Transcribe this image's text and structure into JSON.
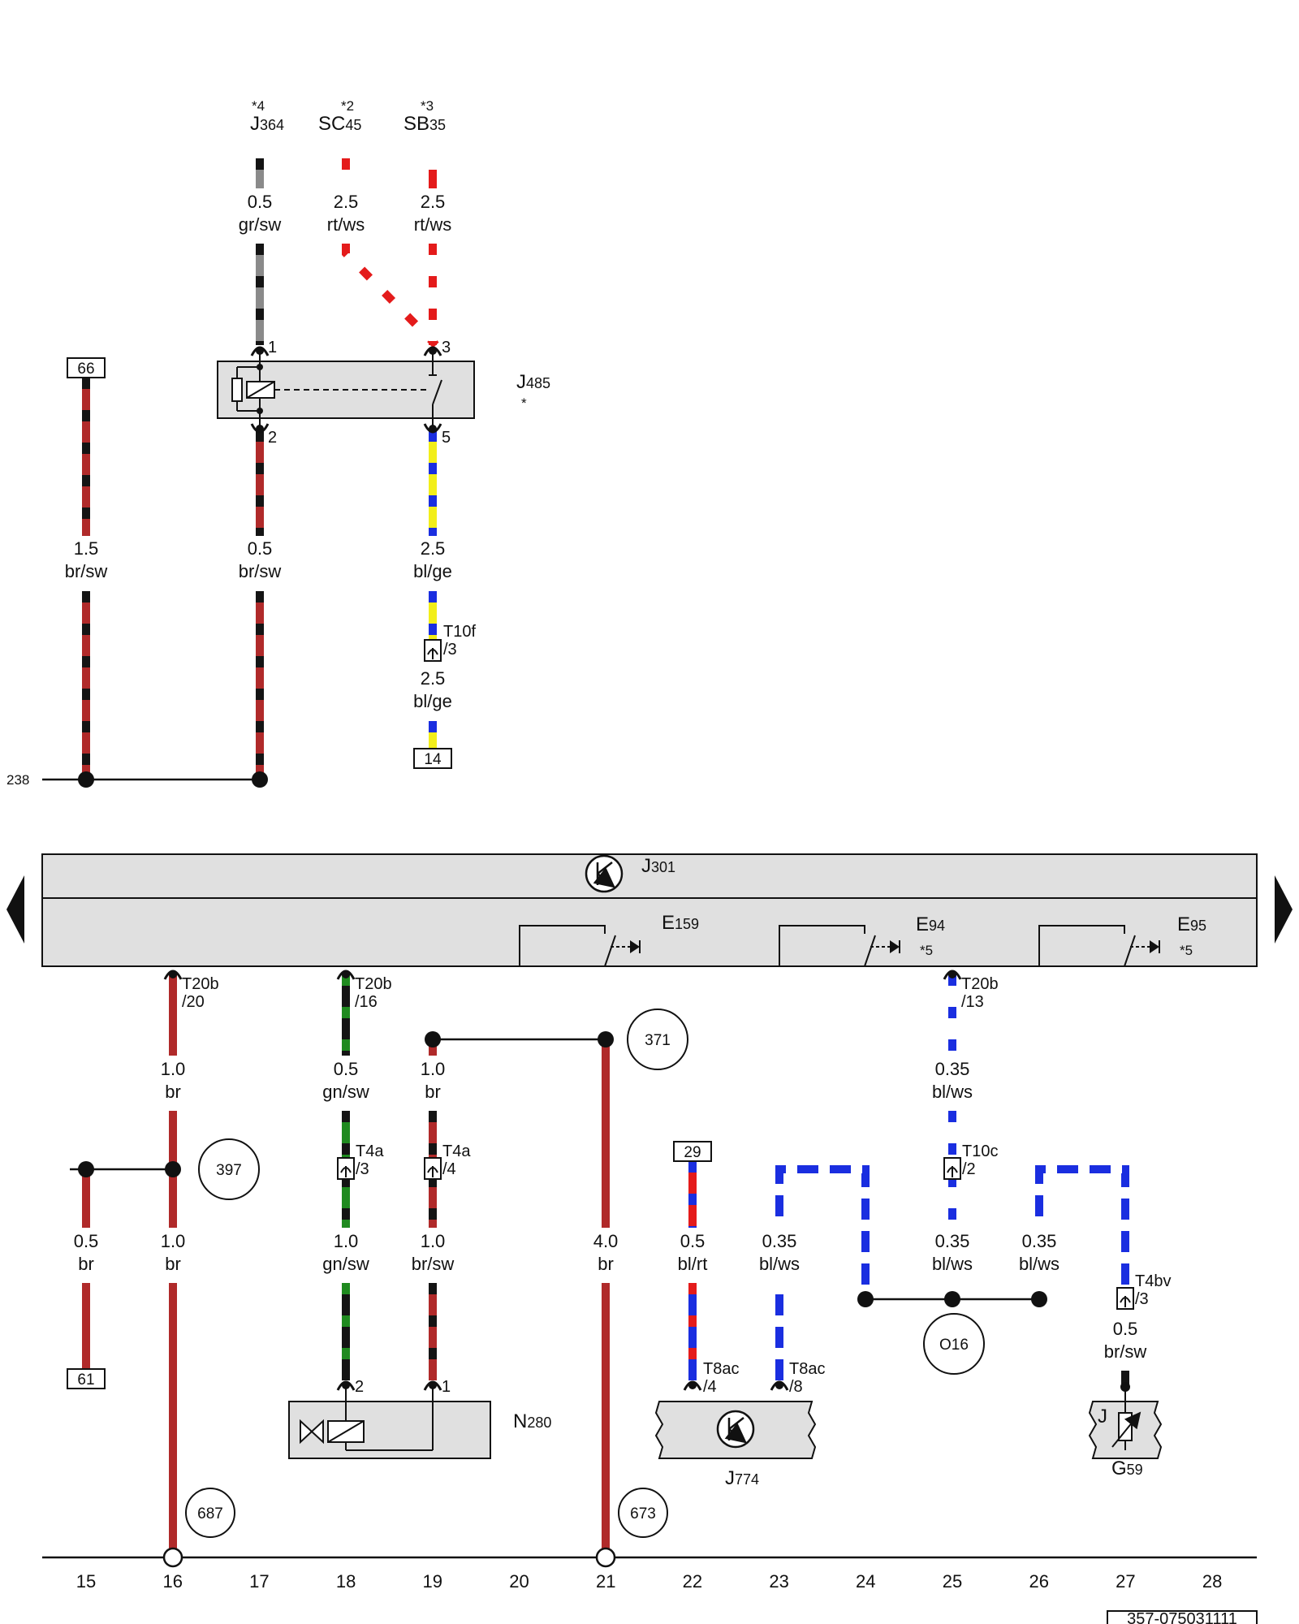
{
  "components": {
    "j364": {
      "name": "J",
      "sub": "364",
      "note": "*4"
    },
    "sc45": {
      "name": "SC",
      "sub": "45",
      "note": "*2"
    },
    "sb35": {
      "name": "SB",
      "sub": "35",
      "note": "*3"
    },
    "j485": {
      "name": "J",
      "sub": "485",
      "note": "*"
    },
    "j301": {
      "name": "J",
      "sub": "301"
    },
    "e159": {
      "name": "E",
      "sub": "159"
    },
    "e94": {
      "name": "E",
      "sub": "94",
      "note": "*5"
    },
    "e95": {
      "name": "E",
      "sub": "95",
      "note": "*5"
    },
    "n280": {
      "name": "N",
      "sub": "280"
    },
    "j774": {
      "name": "J",
      "sub": "774"
    },
    "g59": {
      "name": "G",
      "sub": "59",
      "symbol": "J"
    }
  },
  "pins": {
    "j485_p1": "1",
    "j485_p2": "2",
    "j485_p3": "3",
    "j485_p5": "5",
    "n280_p2": "2",
    "n280_p1": "1"
  },
  "wires": {
    "w_j364": {
      "gauge": "0.5",
      "color": "gr/sw"
    },
    "w_sc45": {
      "gauge": "2.5",
      "color": "rt/ws"
    },
    "w_sb35": {
      "gauge": "2.5",
      "color": "rt/ws"
    },
    "w_66": {
      "gauge": "1.5",
      "color": "br/sw"
    },
    "w_j485_2": {
      "gauge": "0.5",
      "color": "br/sw"
    },
    "w_j485_5": {
      "gauge": "2.5",
      "color": "bl/ge"
    },
    "w_t10f": {
      "gauge": "2.5",
      "color": "bl/ge"
    },
    "w_16a": {
      "gauge": "1.0",
      "color": "br"
    },
    "w_18a": {
      "gauge": "0.5",
      "color": "gn/sw"
    },
    "w_19a": {
      "gauge": "1.0",
      "color": "br"
    },
    "w_25a": {
      "gauge": "0.35",
      "color": "bl/ws"
    },
    "w_15": {
      "gauge": "0.5",
      "color": "br"
    },
    "w_16b": {
      "gauge": "1.0",
      "color": "br"
    },
    "w_18b": {
      "gauge": "1.0",
      "color": "gn/sw"
    },
    "w_19b": {
      "gauge": "1.0",
      "color": "br/sw"
    },
    "w_21": {
      "gauge": "4.0",
      "color": "br"
    },
    "w_22": {
      "gauge": "0.5",
      "color": "bl/rt"
    },
    "w_23": {
      "gauge": "0.35",
      "color": "bl/ws"
    },
    "w_25b": {
      "gauge": "0.35",
      "color": "bl/ws"
    },
    "w_26": {
      "gauge": "0.35",
      "color": "bl/ws"
    },
    "w_27": {
      "gauge": "0.5",
      "color": "br/sw"
    }
  },
  "connectors": {
    "t10f": {
      "name": "T10f",
      "pin": "/3"
    },
    "t20b_20": {
      "name": "T20b",
      "pin": "/20"
    },
    "t20b_16": {
      "name": "T20b",
      "pin": "/16"
    },
    "t20b_13": {
      "name": "T20b",
      "pin": "/13"
    },
    "t4a_3": {
      "name": "T4a",
      "pin": "/3"
    },
    "t4a_4": {
      "name": "T4a",
      "pin": "/4"
    },
    "t10c_2": {
      "name": "T10c",
      "pin": "/2"
    },
    "t4bv_3": {
      "name": "T4bv",
      "pin": "/3"
    },
    "t8ac_4": {
      "name": "T8ac",
      "pin": "/4"
    },
    "t8ac_8": {
      "name": "T8ac",
      "pin": "/8"
    }
  },
  "boxes": {
    "b66": "66",
    "b14": "14",
    "b29": "29",
    "b61": "61"
  },
  "circles": {
    "c397": "397",
    "c371": "371",
    "c016": "O16",
    "c687": "687",
    "c673": "673"
  },
  "ref_238": "238",
  "columns": [
    "15",
    "16",
    "17",
    "18",
    "19",
    "20",
    "21",
    "22",
    "23",
    "24",
    "25",
    "26",
    "27",
    "28"
  ],
  "doc_id": "357-075031111",
  "colors": {
    "br": "#b02a2a",
    "sw": "#141414",
    "gr": "#8a8a8a",
    "rt": "#e41b1b",
    "ws": "#ffffff",
    "bl": "#1a2ee0",
    "ge": "#f2ee1a",
    "gn": "#1f8a1f",
    "housing": "#e0e0e0"
  }
}
